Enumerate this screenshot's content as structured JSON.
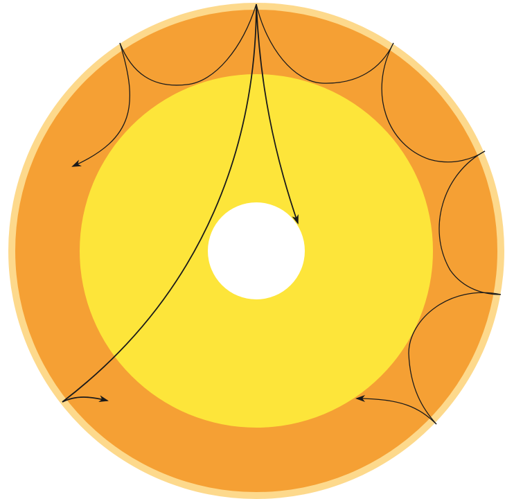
{
  "diagram": {
    "layers": [
      {
        "name": "crust",
        "color": "#FDD98C"
      },
      {
        "name": "mantle",
        "color": "#F5A034"
      },
      {
        "name": "outer-core",
        "color": "#FDE53A"
      },
      {
        "name": "inner-core",
        "color": "#FFFFFF"
      }
    ],
    "stroke_color": "#1a1a1a",
    "wave_paths": [
      {
        "name": "reflected-wave-1"
      },
      {
        "name": "reflected-wave-2"
      },
      {
        "name": "reflected-wave-3"
      },
      {
        "name": "reflected-wave-4"
      },
      {
        "name": "reflected-wave-5"
      },
      {
        "name": "reflected-wave-6"
      },
      {
        "name": "refracted-wave-to-inner-core"
      },
      {
        "name": "refracted-wave-through-core"
      }
    ]
  }
}
